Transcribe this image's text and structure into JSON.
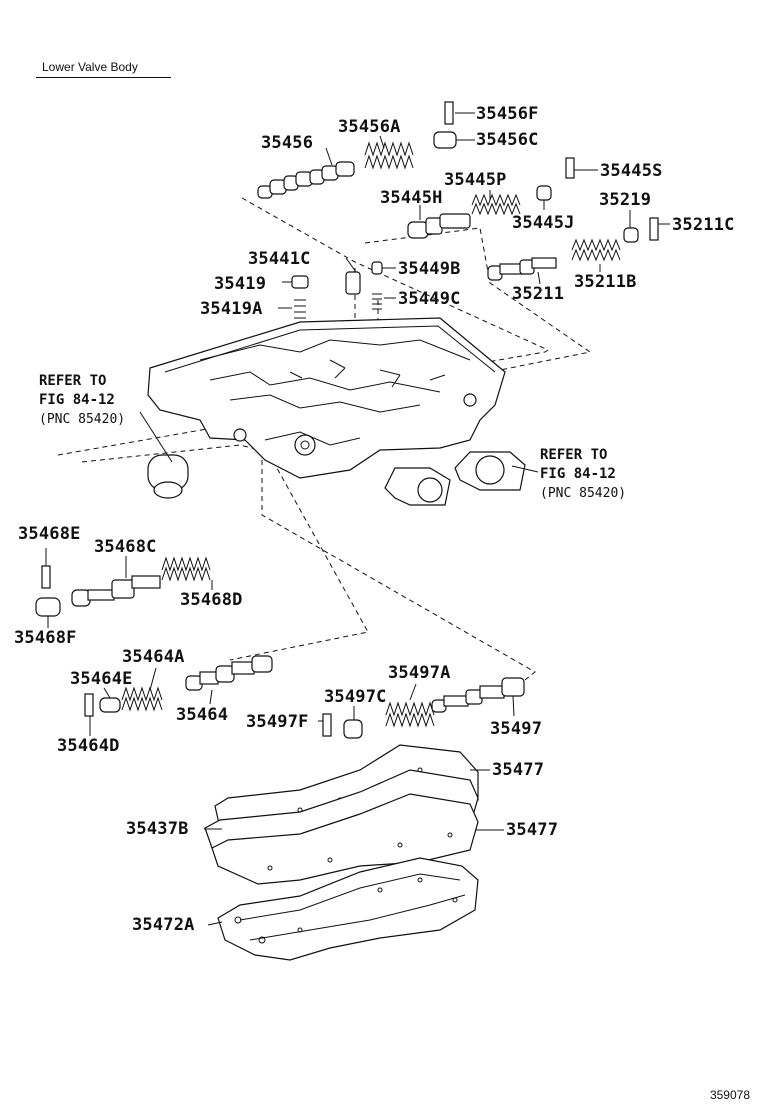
{
  "header": {
    "title": "Lower Valve Body"
  },
  "figure_number": "359078",
  "callouts": {
    "p35456": "35456",
    "p35456A": "35456A",
    "p35456F": "35456F",
    "p35456C": "35456C",
    "p35445S": "35445S",
    "p35445P": "35445P",
    "p35445H": "35445H",
    "p35219": "35219",
    "p35445J": "35445J",
    "p35211C": "35211C",
    "p35441C": "35441C",
    "p35449B": "35449B",
    "p35419": "35419",
    "p35211B": "35211B",
    "p35211": "35211",
    "p35449C": "35449C",
    "p35419A": "35419A",
    "p35468E": "35468E",
    "p35468C": "35468C",
    "p35468D": "35468D",
    "p35468F": "35468F",
    "p35464A": "35464A",
    "p35464E": "35464E",
    "p35497A": "35497A",
    "p35497C": "35497C",
    "p35464": "35464",
    "p35497F": "35497F",
    "p35497": "35497",
    "p35464D": "35464D",
    "p35477a": "35477",
    "p35437B": "35437B",
    "p35477b": "35477",
    "p35472A": "35472A"
  },
  "references": {
    "left": {
      "line1": "REFER TO",
      "line2": "FIG 84-12",
      "line3": "(PNC 85420)"
    },
    "right": {
      "line1": "REFER TO",
      "line2": "FIG 84-12",
      "line3": "(PNC 85420)"
    }
  }
}
